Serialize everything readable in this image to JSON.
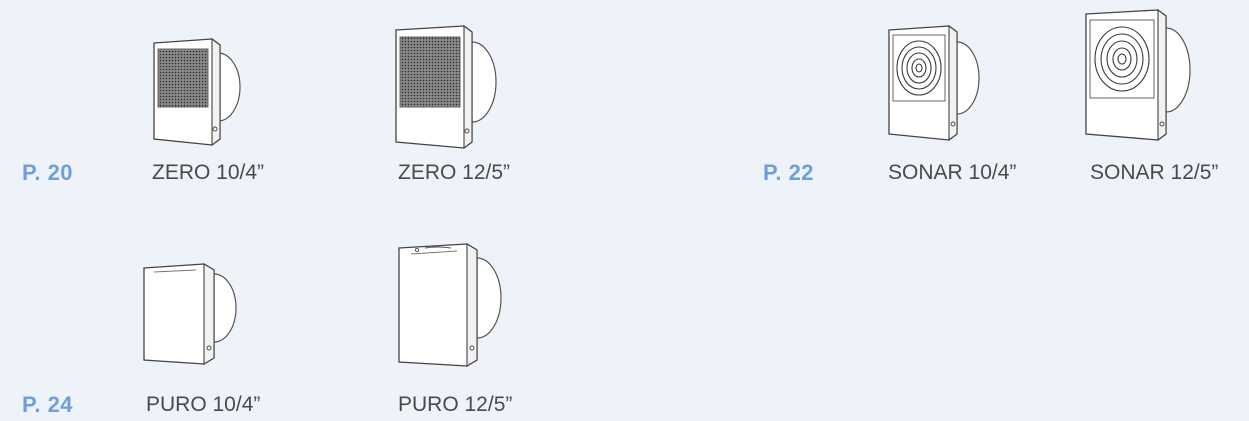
{
  "groups": [
    {
      "page_ref": "P. 20",
      "models": [
        {
          "name": "ZERO 10/4”",
          "grille": "perforated"
        },
        {
          "name": "ZERO 12/5”",
          "grille": "perforated"
        }
      ]
    },
    {
      "page_ref": "P. 22",
      "models": [
        {
          "name": "SONAR 10/4”",
          "grille": "concentric"
        },
        {
          "name": "SONAR 12/5”",
          "grille": "concentric"
        }
      ]
    },
    {
      "page_ref": "P. 24",
      "models": [
        {
          "name": "PURO 10/4”",
          "grille": "plain"
        },
        {
          "name": "PURO 12/5”",
          "grille": "plain"
        }
      ]
    }
  ],
  "colors": {
    "page_ref": "#6f9fd8",
    "label": "#4a4a4a",
    "background": "#eef2f9"
  }
}
